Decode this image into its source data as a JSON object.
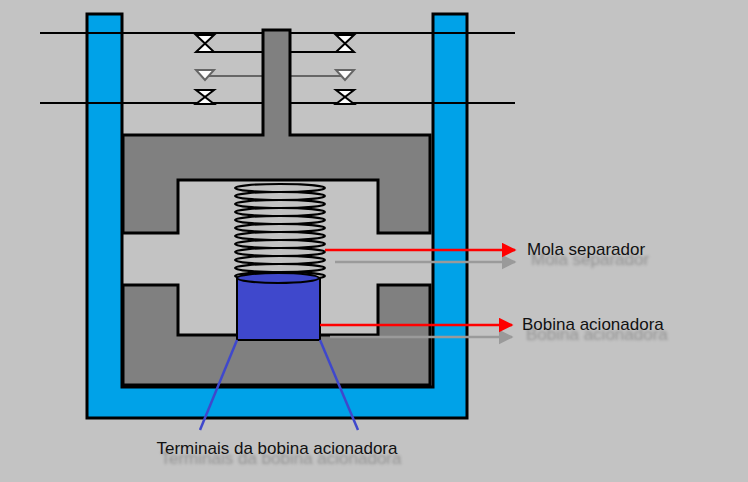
{
  "diagram": {
    "labels": [
      "Mola separador",
      "Bobina acionadora",
      "Terminais da bobina acionadora"
    ]
  }
}
